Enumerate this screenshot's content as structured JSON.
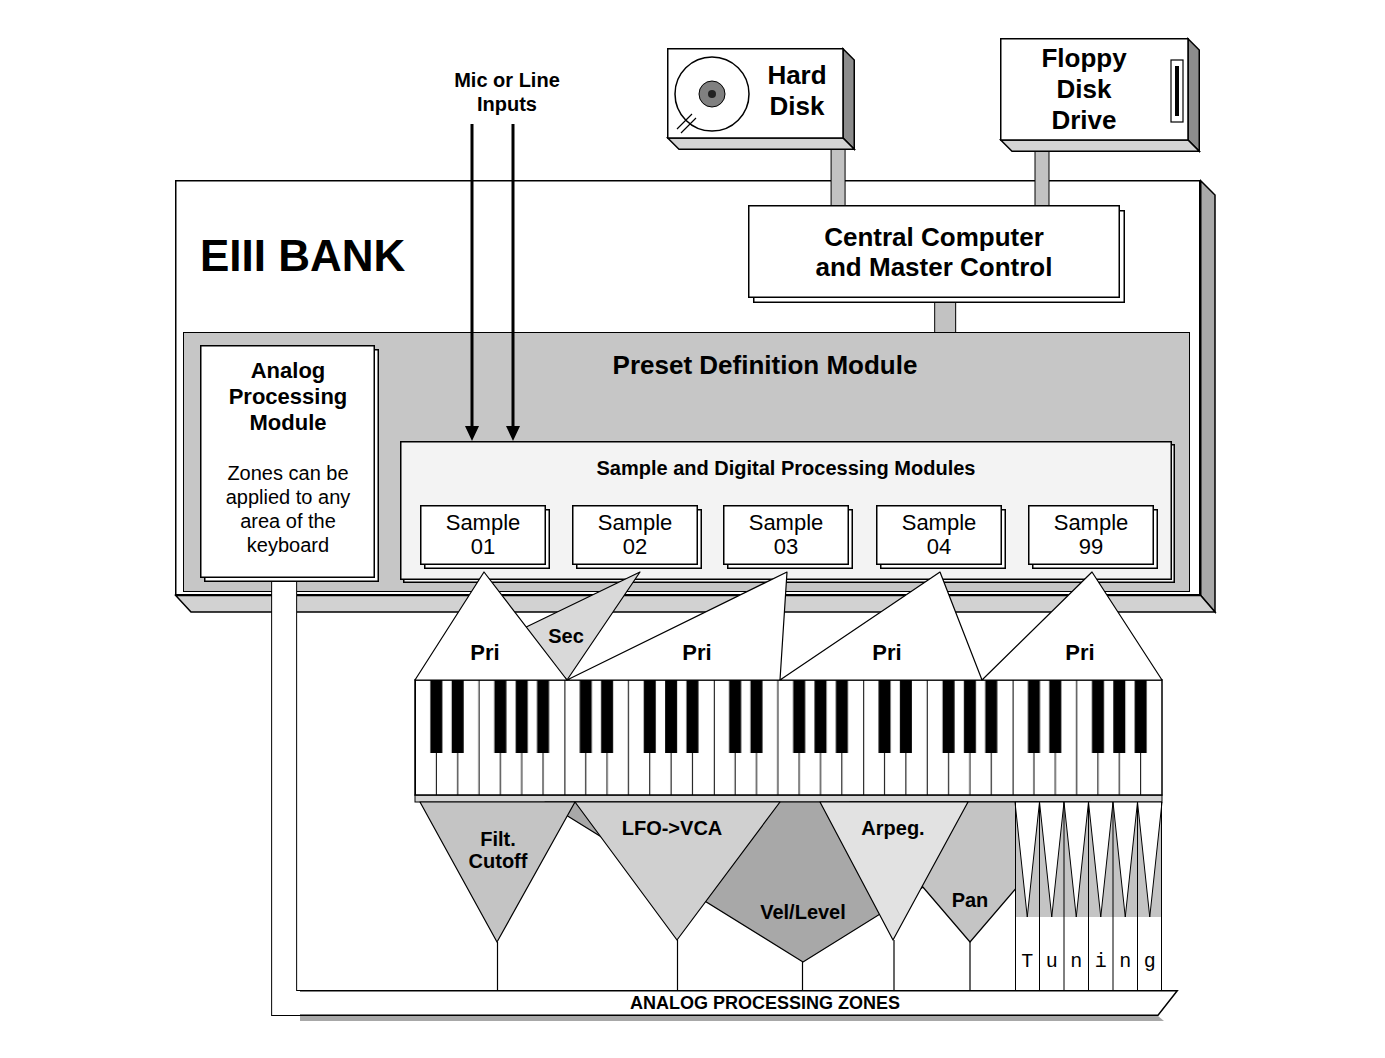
{
  "diagram": {
    "nodes": [
      {
        "text": [
          "Hard Disk"
        ]
      },
      {
        "text": [
          "Floppy Disk Drive"
        ]
      },
      {
        "text": [
          "EIII BANK"
        ]
      },
      {
        "text": [
          "Central Computer and Master Control"
        ],
        "in": 2
      },
      {
        "text": [
          "Preset Definition Module"
        ],
        "in": 2
      },
      {
        "text": [
          "Analog Processing Module",
          "Zones can be applied to any area of the keyboard"
        ],
        "in": 4
      },
      {
        "text": [
          "Sample and Digital Processing Modules"
        ],
        "in": 4
      },
      {
        "text": [
          "Sample 01"
        ],
        "in": 6
      },
      {
        "text": [
          "Sample 02"
        ],
        "in": 6
      },
      {
        "text": [
          "Sample 03"
        ],
        "in": 6
      },
      {
        "text": [
          "Sample 04"
        ],
        "in": 6
      },
      {
        "text": [
          "Sample 99"
        ],
        "in": 6
      },
      {
        "text": [
          "Pri"
        ]
      },
      {
        "text": [
          "Sec"
        ]
      },
      {
        "text": [
          "Pri"
        ]
      },
      {
        "text": [
          "Pri"
        ]
      },
      {
        "text": [
          "Pri"
        ]
      },
      {
        "text": [
          "Filt. Cutoff"
        ]
      },
      {
        "text": [
          "LFO->VCA"
        ]
      },
      {
        "text": [
          "Vel/Level"
        ]
      },
      {
        "text": [
          "Arpeg."
        ]
      },
      {
        "text": [
          "Pan"
        ]
      },
      {
        "text": [
          "Tuning"
        ]
      },
      {
        "text": [
          "ANALOG PROCESSING ZONES"
        ]
      }
    ],
    "edges": [
      {
        "from": 0,
        "to": 3,
        "arrow": "none"
      },
      {
        "from": 1,
        "to": 3,
        "arrow": "none"
      },
      {
        "from": 3,
        "to": 4,
        "arrow": "none"
      },
      {
        "from": 5,
        "to": 23,
        "arrow": "none"
      },
      {
        "from": 17,
        "to": 23,
        "arrow": "none"
      },
      {
        "from": 18,
        "to": 23,
        "arrow": "none"
      },
      {
        "from": 19,
        "to": 23,
        "arrow": "none"
      },
      {
        "from": 20,
        "to": 23,
        "arrow": "none"
      },
      {
        "from": 21,
        "to": 23,
        "arrow": "none"
      }
    ],
    "labels": [
      "Mic or Line Inputs"
    ]
  }
}
